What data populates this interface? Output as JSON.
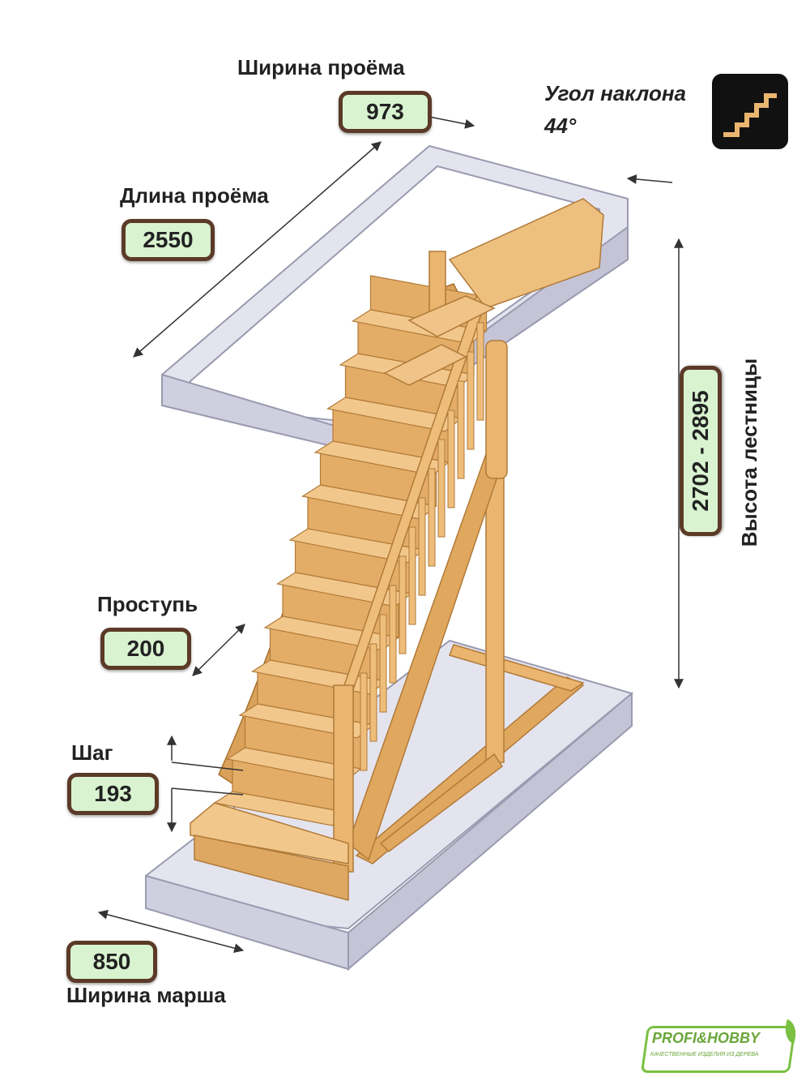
{
  "opening_width": {
    "label": "Ширина проёма",
    "value": "973"
  },
  "opening_length": {
    "label": "Длина проёма",
    "value": "2550"
  },
  "angle": {
    "label": "Угол наклона",
    "value": "44°"
  },
  "height": {
    "label": "Высота лестницы",
    "value": "2702 - 2895"
  },
  "tread": {
    "label": "Проступь",
    "value": "200"
  },
  "step": {
    "label": "Шаг",
    "value": "193"
  },
  "flight_width": {
    "label": "Ширина марша",
    "value": "850"
  },
  "brand": {
    "name": "PROFI&HOBBY",
    "tagline": "КАЧЕСТВЕННЫЕ ИЗДЕЛИЯ ИЗ ДЕРЕВА"
  },
  "colors": {
    "badge_fill": "#d9f3d0",
    "badge_border": "#5b3a27",
    "wood": "#e9b56f",
    "wood_dark": "#c98c45",
    "glass": "#d6d6e6",
    "brand": "#7bc043"
  },
  "icons": [
    "stairs-icon",
    "leaf-icon"
  ]
}
